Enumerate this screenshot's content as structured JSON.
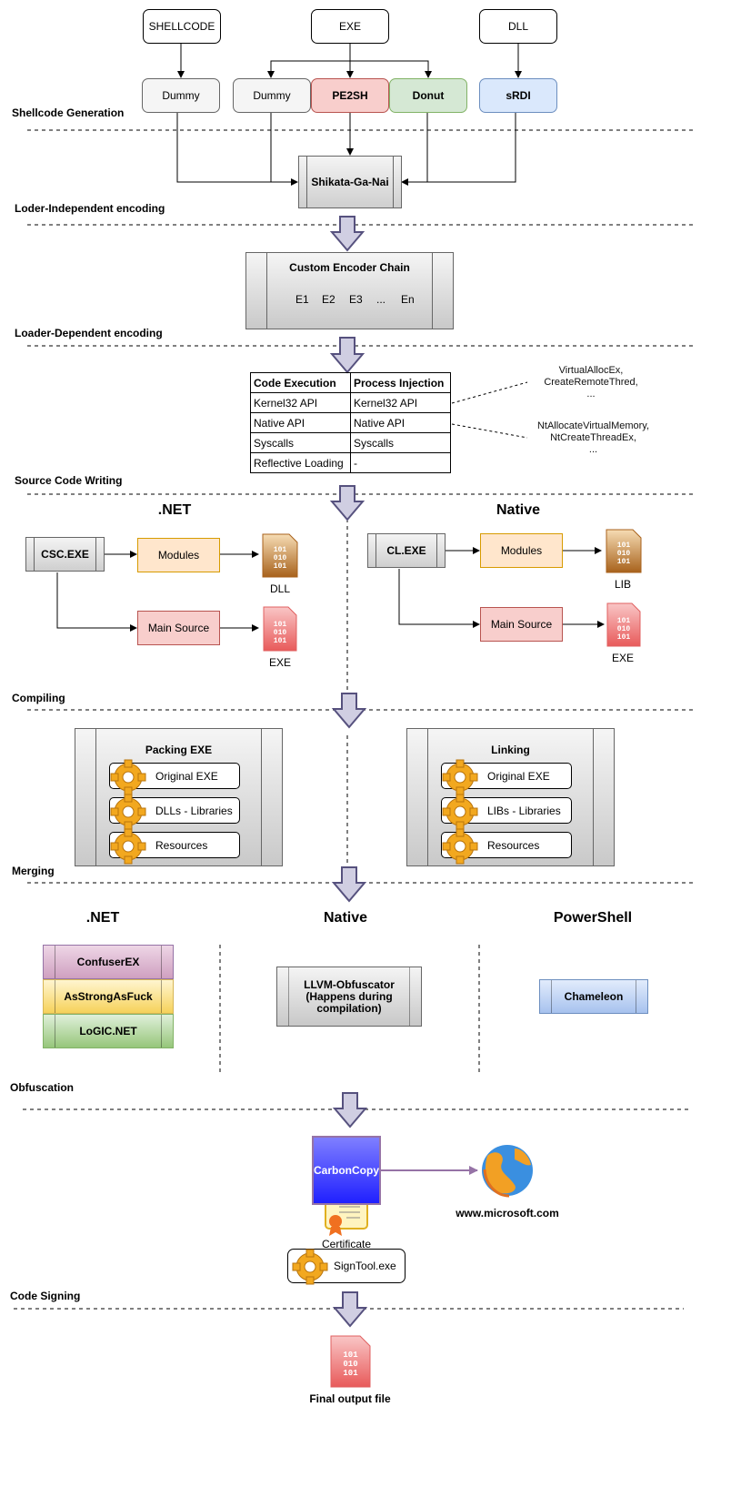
{
  "sections": {
    "shellcode_generation": "Shellcode Generation",
    "loader_independent": "Loder-Independent encoding",
    "loader_dependent": "Loader-Dependent encoding",
    "source_code_writing": "Source Code Writing",
    "compiling": "Compiling",
    "merging": "Merging",
    "obfuscation": "Obfuscation",
    "code_signing": "Code Signing"
  },
  "inputs": {
    "shellcode": "SHELLCODE",
    "exe": "EXE",
    "dll": "DLL"
  },
  "generators": {
    "dummy1": "Dummy",
    "dummy2": "Dummy",
    "pe2sh": "PE2SH",
    "donut": "Donut",
    "srdi": "sRDI"
  },
  "sgn": "Shikata-Ga-Nai",
  "encoder_chain": {
    "title": "Custom Encoder Chain",
    "encoders": [
      "E1",
      "E2",
      "E3",
      "...",
      "En"
    ]
  },
  "api_table": {
    "headers": [
      "Code Execution",
      "Process Injection"
    ],
    "rows": [
      [
        "Kernel32 API",
        "Kernel32 API"
      ],
      [
        "Native API",
        "Native API"
      ],
      [
        "Syscalls",
        "Syscalls"
      ],
      [
        "Reflective Loading",
        "-"
      ]
    ]
  },
  "api_notes": {
    "kernel32": [
      "VirtualAllocEx,",
      "CreateRemoteThred,",
      "..."
    ],
    "native": [
      "NtAllocateVirtualMemory,",
      "NtCreateThreadEx,",
      "..."
    ]
  },
  "source": {
    "dotnet_title": ".NET",
    "native_title": "Native",
    "csc": "CSC.EXE",
    "cl": "CL.EXE",
    "modules": "Modules",
    "main_source": "Main Source",
    "dll_label": "DLL",
    "exe_label": "EXE",
    "lib_label": "LIB",
    "exe_label_native": "EXE"
  },
  "merge": {
    "packing_title": "Packing EXE",
    "packing_items": [
      "Original EXE",
      "DLLs - Libraries",
      "Resources"
    ],
    "linking_title": "Linking",
    "linking_items": [
      "Original EXE",
      "LIBs - Libraries",
      "Resources"
    ]
  },
  "obfuscation": {
    "dotnet_title": ".NET",
    "native_title": "Native",
    "powershell_title": "PowerShell",
    "dotnet_tools": [
      "ConfuserEX",
      "AsStrongAsFuck",
      "LoGIC.NET"
    ],
    "llvm": [
      "LLVM-Obfuscator",
      "(Happens during",
      "compilation)"
    ],
    "chameleon": "Chameleon"
  },
  "signing": {
    "carboncopy": "CarbonCopy",
    "website": "www.microsoft.com",
    "certificate": "Certificate",
    "signtool": "SignTool.exe"
  },
  "final_output": "Final output file",
  "file_glyph": [
    "101",
    "010",
    "101"
  ],
  "colors": {
    "pe2sh": "#f8cecc",
    "donut": "#d5e8d4",
    "srdi": "#dae8fc",
    "modules": "#ffe6cc",
    "main_source": "#f8cecc",
    "confuserex": "#e6d0de",
    "asstrongasfuck": "#fff2cc",
    "logic_net": "#d5e8d4",
    "chameleon": "#dae8fc",
    "carboncopy": "#4040ff",
    "arrow_fill": "#d0cee2",
    "arrow_stroke": "#56517e"
  }
}
